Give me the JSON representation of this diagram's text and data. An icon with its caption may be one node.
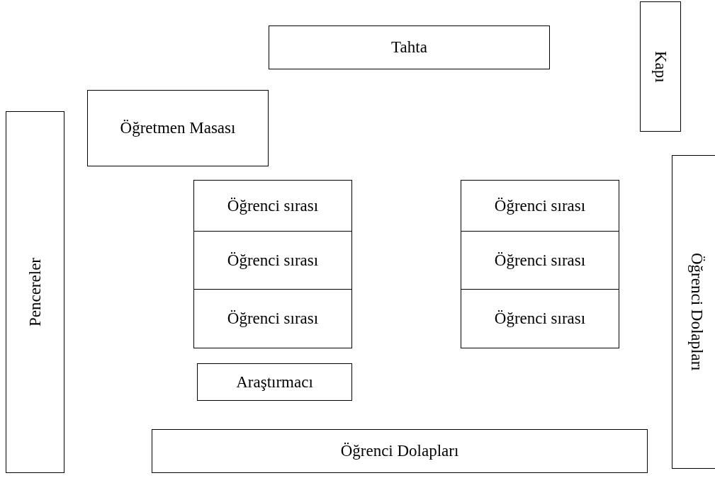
{
  "diagram": {
    "nodes": [
      {
        "text": [
          "Tahta"
        ]
      },
      {
        "text": [
          "Kapı"
        ]
      },
      {
        "text": [
          "Öğretmen Masası"
        ]
      },
      {
        "text": [
          "Pencereler"
        ]
      },
      {
        "text": [
          "Öğrenci sırası"
        ]
      },
      {
        "text": [
          "Öğrenci sırası"
        ]
      },
      {
        "text": [
          "Öğrenci sırası"
        ]
      },
      {
        "text": [
          "Öğrenci sırası"
        ]
      },
      {
        "text": [
          "Öğrenci sırası"
        ]
      },
      {
        "text": [
          "Öğrenci sırası"
        ]
      },
      {
        "text": [
          "Araştırmacı"
        ]
      },
      {
        "text": [
          "Öğrenci Dolapları"
        ]
      },
      {
        "text": [
          "Öğrenci Dolapları"
        ]
      }
    ],
    "edges": []
  }
}
